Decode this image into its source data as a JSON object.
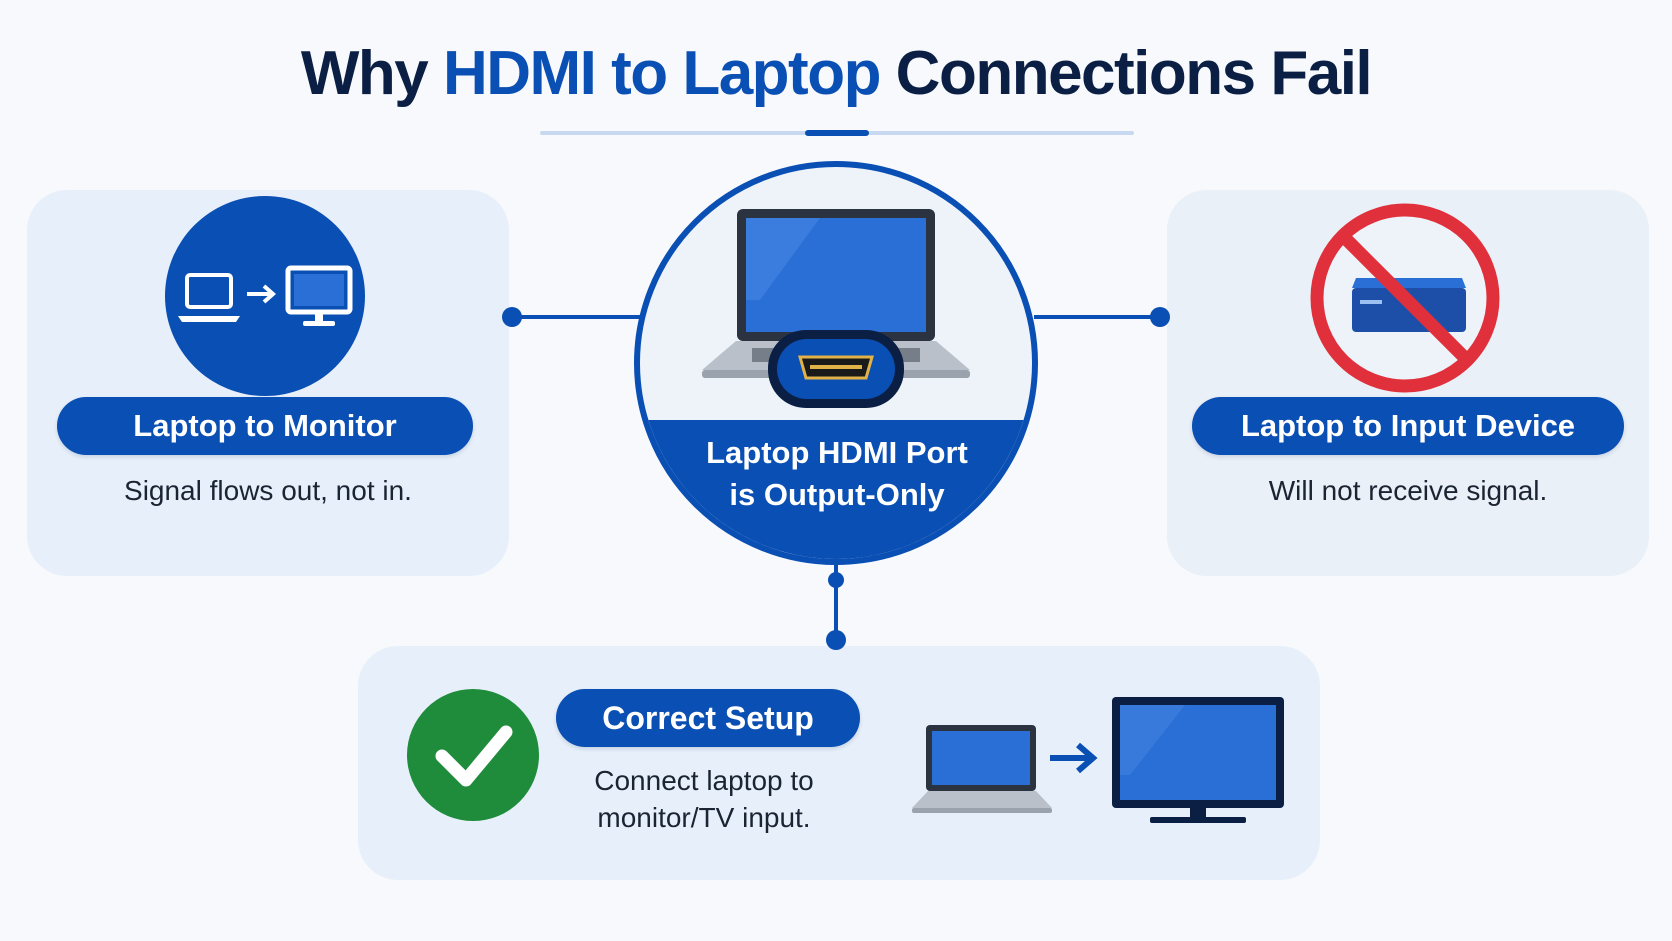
{
  "title": {
    "part1": "Why ",
    "part2": "HDMI to Laptop",
    "part3": " Connections Fail"
  },
  "left_card": {
    "label": "Laptop to Monitor",
    "description": "Signal flows out, not in."
  },
  "center": {
    "label_line1": "Laptop HDMI Port",
    "label_line2": "is Output-Only"
  },
  "right_card": {
    "label": "Laptop to Input Device",
    "description": "Will not receive signal."
  },
  "bottom_card": {
    "label": "Correct Setup",
    "description": "Connect laptop to monitor/TV input."
  },
  "colors": {
    "navy": "#0b1f45",
    "accent_blue": "#0a4fb3",
    "screen_blue": "#2a6fd6",
    "prohibit_red": "#e0303c",
    "check_green": "#1f8c3b"
  },
  "icons": {
    "left": "laptop-to-monitor-icon",
    "center": "laptop-hdmi-port-icon",
    "right": "prohibited-input-device-icon",
    "bottom_check": "checkmark-icon",
    "bottom_setup": "laptop-arrow-monitor-icon"
  }
}
